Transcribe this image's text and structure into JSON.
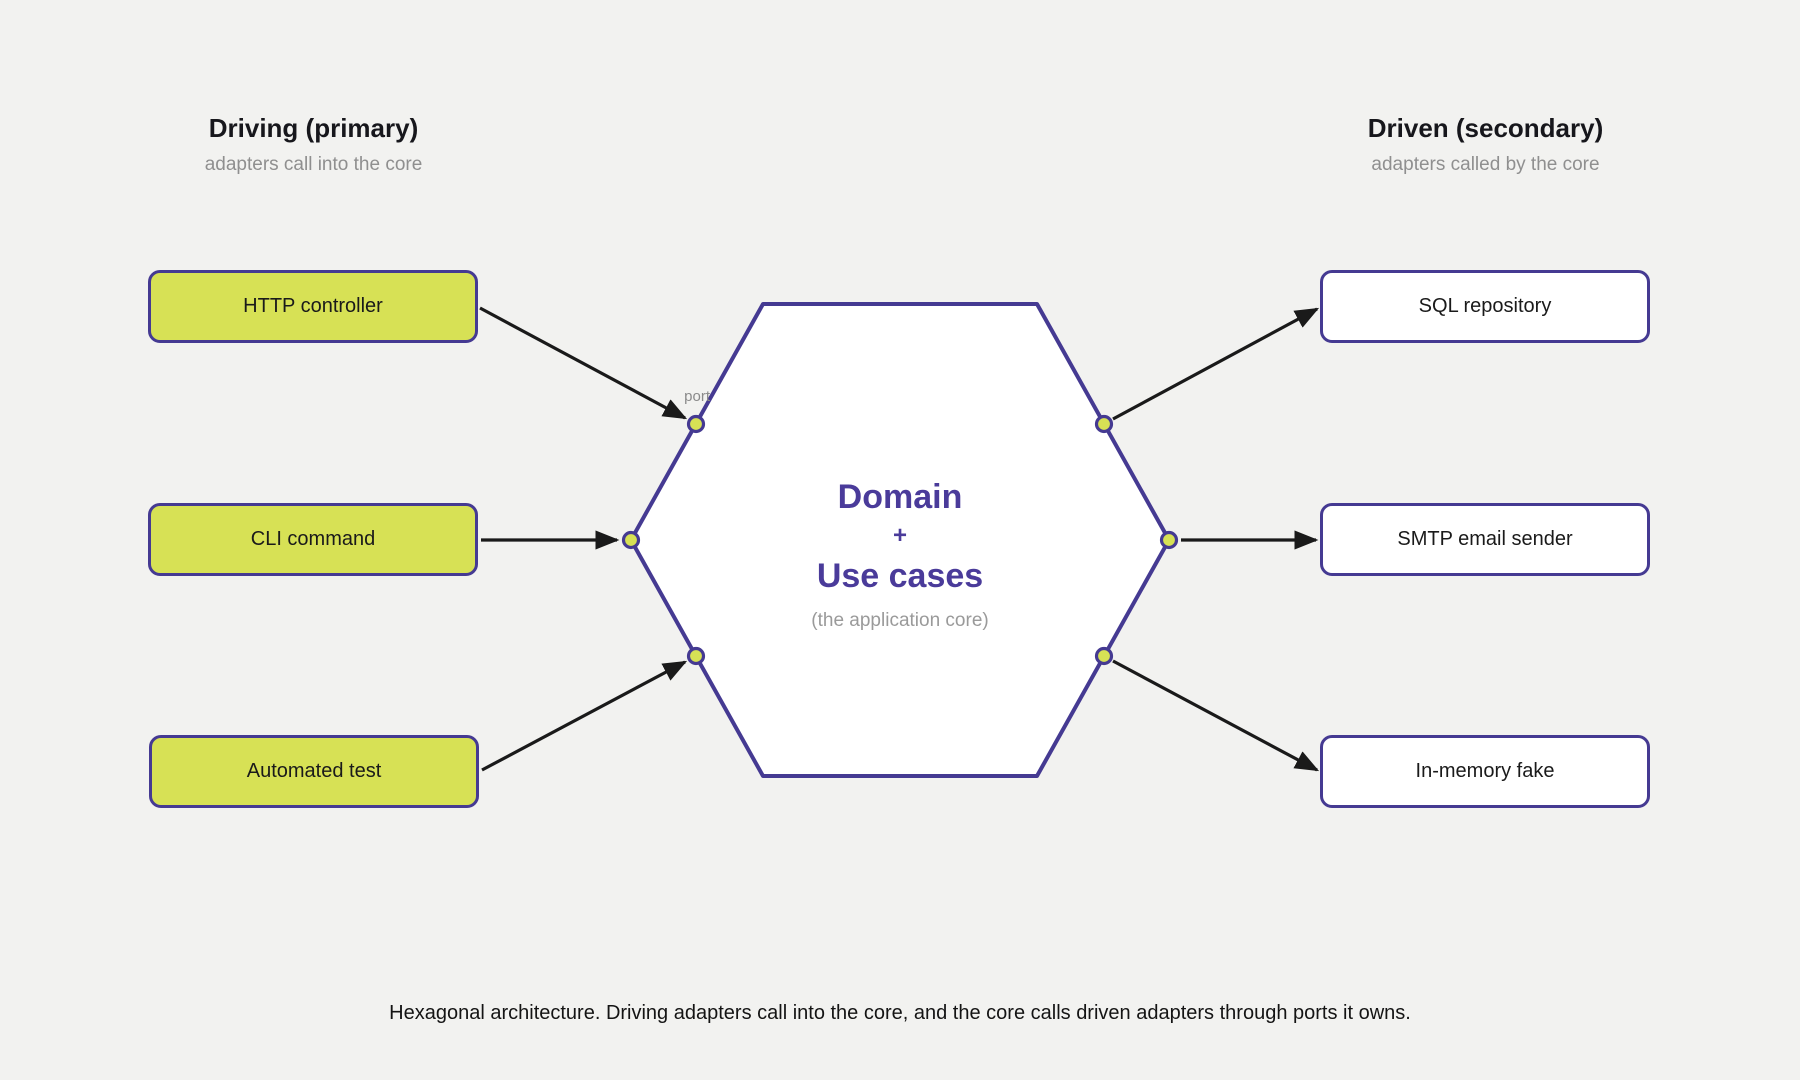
{
  "headings": {
    "driving": {
      "title": "Driving (primary)",
      "subtitle": "adapters call into the core"
    },
    "driven": {
      "title": "Driven (secondary)",
      "subtitle": "adapters called by the core"
    }
  },
  "driving": {
    "items": [
      "HTTP controller",
      "CLI command",
      "Automated test"
    ]
  },
  "driven": {
    "items": [
      "SQL repository",
      "SMTP email sender",
      "In-memory fake"
    ]
  },
  "core": {
    "title": "Domain",
    "plus": "+",
    "title2": "Use cases",
    "note": "(the application core)"
  },
  "port_label": "port",
  "caption": "Hexagonal architecture. Driving adapters call into the core, and the core calls driven adapters through ports it owns.",
  "colors": {
    "background": "#f2f2f0",
    "hexagon_border": "#453a92",
    "hexagon_fill": "#ffffff",
    "driving_adapter_fill": "#d7e155",
    "driven_adapter_fill": "#ffffff",
    "port_fill": "#d7e155",
    "core_text": "#4a3b9a",
    "arrow": "#1a1a1a",
    "muted_text": "#8f8f8f"
  }
}
